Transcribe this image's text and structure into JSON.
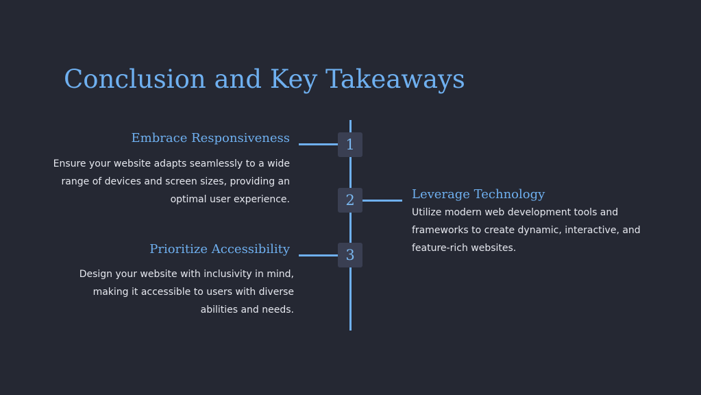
{
  "title": "Conclusion and Key Takeaways",
  "items": [
    {
      "number": "1",
      "title": "Embrace Responsiveness",
      "description": "Ensure your website adapts seamlessly to a wide range of devices and screen sizes, providing an optimal user experience.",
      "side": "left"
    },
    {
      "number": "2",
      "title": "Leverage Technology",
      "description": "Utilize modern web development tools and frameworks to create dynamic, interactive, and feature-rich websites.",
      "side": "right"
    },
    {
      "number": "3",
      "title": "Prioritize Accessibility",
      "description": "Design your website with inclusivity in mind, making it accessible to users with diverse abilities and needs.",
      "side": "left"
    }
  ],
  "colors": {
    "background": "#252833",
    "accent": "#6fb0f0",
    "marker_bg": "#3a3f52",
    "body_text": "#e6e8ef"
  }
}
